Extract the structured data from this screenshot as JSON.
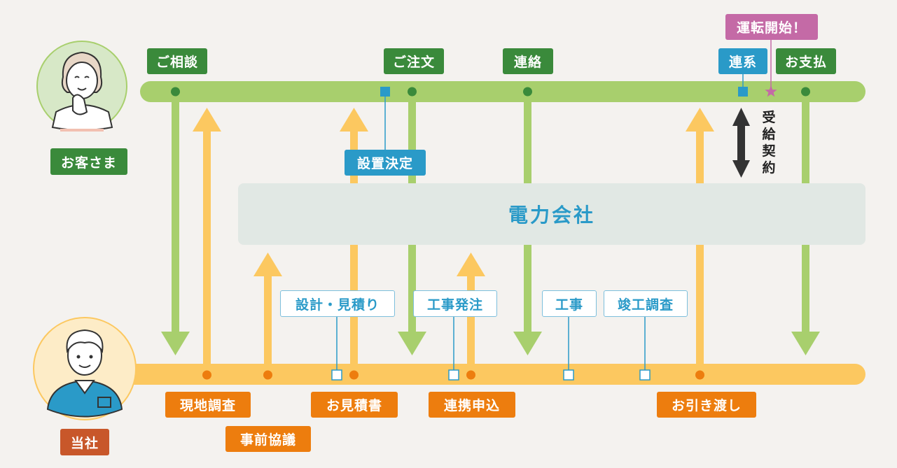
{
  "actors": {
    "customer": "お客さま",
    "company": "当社",
    "power_company": "電力会社"
  },
  "customer_events": {
    "consult": "ご相談",
    "order": "ご注文",
    "contact": "連絡",
    "link": "連系",
    "payment": "お支払",
    "start": "運転開始！"
  },
  "company_events": {
    "site_survey": "現地調査",
    "pre_consult": "事前協議",
    "estimate_doc": "お見積書",
    "link_apply": "連携申込",
    "handover": "お引き渡し"
  },
  "process_steps": {
    "install_decision": "設置決定",
    "design_estimate": "設計・見積り",
    "work_order": "工事発注",
    "construction": "工事",
    "inspection": "竣工調査"
  },
  "contract_label": "受給契約",
  "colors": {
    "green_line": "#a8cf6d",
    "orange_line": "#fcc860",
    "green_label": "#3a8a3b",
    "orange_label": "#ed7d0e",
    "blue_label": "#2a9ac8",
    "pink_label": "#c46aa6",
    "brown_label": "#c8572a"
  }
}
